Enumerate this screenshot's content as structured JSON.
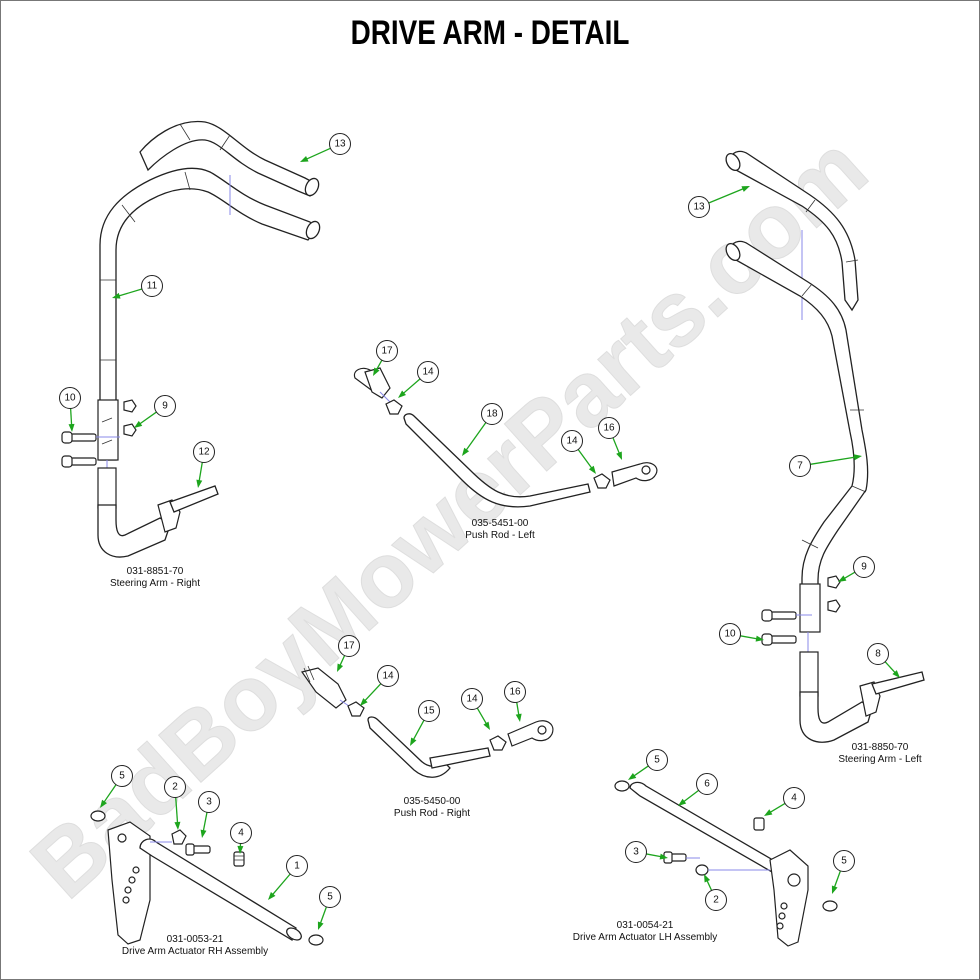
{
  "title": "DRIVE ARM - DETAIL",
  "watermark": "BadBoyMowerParts.com",
  "captions": [
    {
      "id": "steering-arm-right",
      "part_number": "031-8851-70",
      "name": "Steering Arm - Right"
    },
    {
      "id": "push-rod-left",
      "part_number": "035-5451-00",
      "name": "Push Rod - Left"
    },
    {
      "id": "steering-arm-left",
      "part_number": "031-8850-70",
      "name": "Steering Arm - Left"
    },
    {
      "id": "push-rod-right",
      "part_number": "035-5450-00",
      "name": "Push Rod - Right"
    },
    {
      "id": "drive-arm-actuator-rh",
      "part_number": "031-0053-21",
      "name": "Drive Arm Actuator RH Assembly"
    },
    {
      "id": "drive-arm-actuator-lh",
      "part_number": "031-0054-21",
      "name": "Drive Arm Actuator LH Assembly"
    }
  ],
  "callouts": [
    "13",
    "11",
    "10",
    "9",
    "12",
    "17",
    "14",
    "18",
    "14",
    "16",
    "13",
    "7",
    "9",
    "10",
    "8",
    "17",
    "14",
    "15",
    "14",
    "16",
    "5",
    "2",
    "3",
    "4",
    "1",
    "5",
    "5",
    "6",
    "4",
    "3",
    "2",
    "5"
  ]
}
